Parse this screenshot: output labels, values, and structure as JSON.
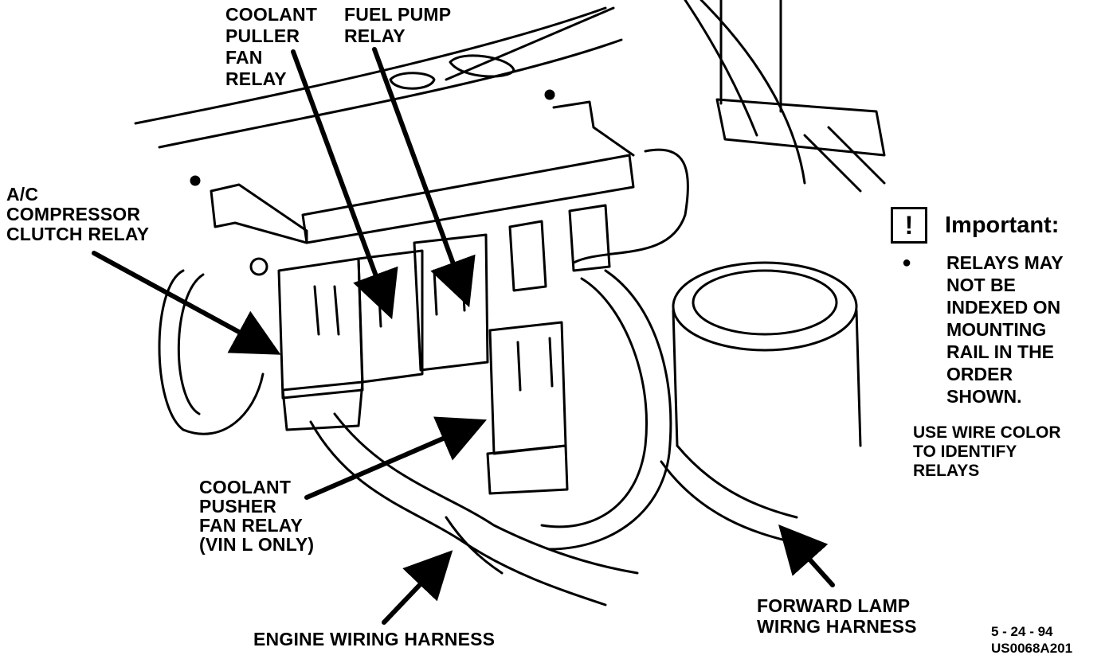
{
  "labels": {
    "coolant_puller": [
      "COOLANT",
      "PULLER",
      "FAN",
      "RELAY"
    ],
    "fuel_pump": [
      "FUEL PUMP",
      "RELAY"
    ],
    "ac_compressor": [
      "A/C",
      "COMPRESSOR",
      "CLUTCH RELAY"
    ],
    "coolant_pusher": [
      "COOLANT",
      "PUSHER",
      "FAN RELAY",
      "(VIN L ONLY)"
    ],
    "engine_harness": "ENGINE WIRING HARNESS",
    "forward_lamp": [
      "FORWARD LAMP",
      "WIRNG HARNESS"
    ]
  },
  "important": {
    "icon_glyph": "!",
    "title": "Important:",
    "bullet_glyph": "●",
    "bullet_lines": [
      "RELAYS MAY",
      "NOT BE",
      "INDEXED ON",
      "MOUNTING",
      "RAIL IN THE",
      "ORDER",
      "SHOWN."
    ],
    "note_lines": [
      "USE WIRE COLOR",
      "TO IDENTIFY",
      "RELAYS"
    ]
  },
  "footer": {
    "date": "5 - 24 - 94",
    "code": "US0068A201"
  }
}
